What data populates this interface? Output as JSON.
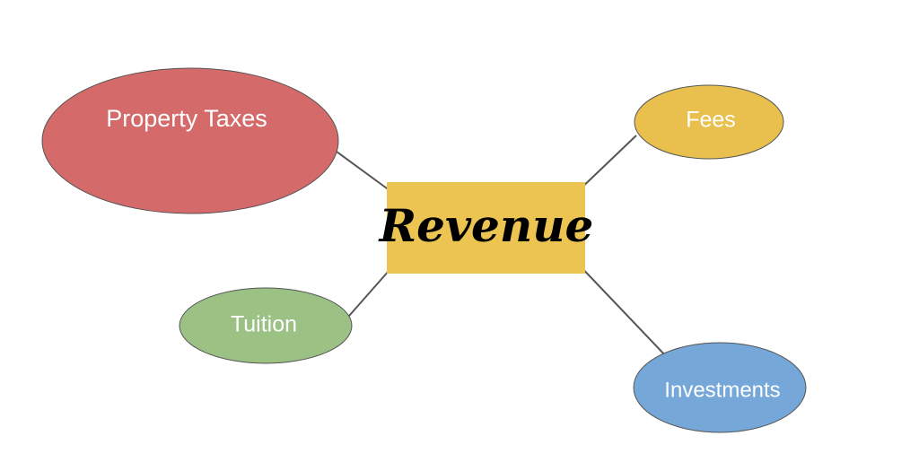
{
  "center": {
    "label": "Revenue",
    "fill": "#ebc452"
  },
  "nodes": [
    {
      "id": "property-taxes",
      "label": "Property Taxes",
      "fill": "#d46a69"
    },
    {
      "id": "fees",
      "label": "Fees",
      "fill": "#e9c04d"
    },
    {
      "id": "tuition",
      "label": "Tuition",
      "fill": "#9bc184"
    },
    {
      "id": "investments",
      "label": "Investments",
      "fill": "#76a7d9"
    }
  ],
  "colors": {
    "stroke": "#555555",
    "arrow": "#555555"
  }
}
